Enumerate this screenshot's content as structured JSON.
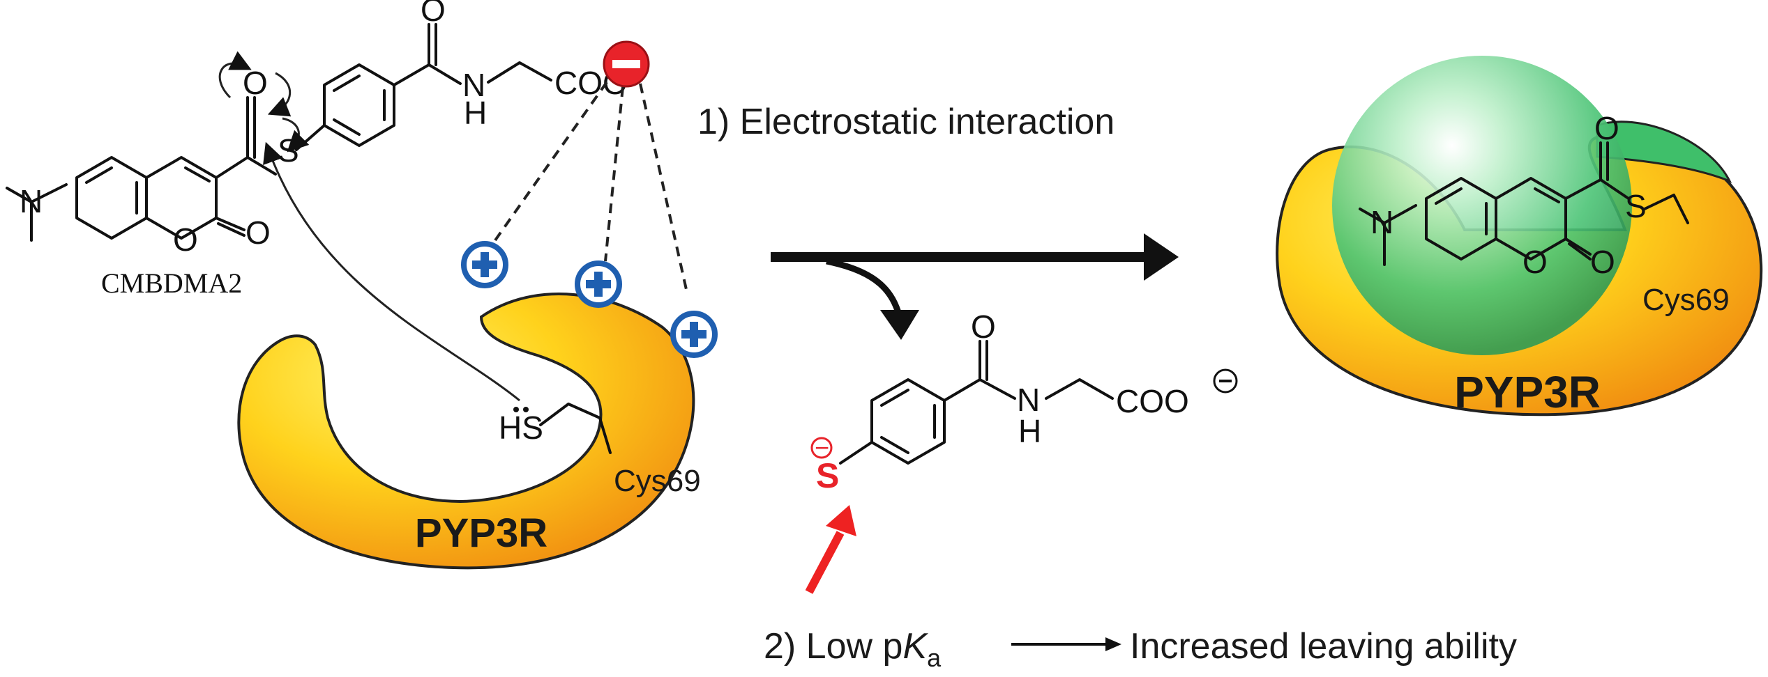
{
  "labels": {
    "molecule_name": "CMBDMA2",
    "step1": "1) Electrostatic interaction",
    "step2_prefix": "2) Low p",
    "step2_k": "K",
    "step2_sub": "a",
    "step2_suffix": "Increased leaving ability",
    "protein_left": "PYP3R",
    "protein_right": "PYP3R",
    "cys_left": "Cys69",
    "cys_right": "Cys69",
    "hs": "HS",
    "atom_o": "O",
    "atom_n": "N",
    "atom_h": "H",
    "atom_s": "S",
    "coo": "COO",
    "charge_minus": "−",
    "charge_plus": "+"
  },
  "colors": {
    "protein_light": "#ffe84a",
    "protein_dark": "#f29a12",
    "anion_red": "#e8232a",
    "cation_blue": "#1f5fb0",
    "sphere_green": "#3fbf6a",
    "arrow_red": "#ee2222"
  },
  "icons": {
    "negative_charge": "minus-circle-icon",
    "positive_charge": "plus-circle-icon"
  }
}
